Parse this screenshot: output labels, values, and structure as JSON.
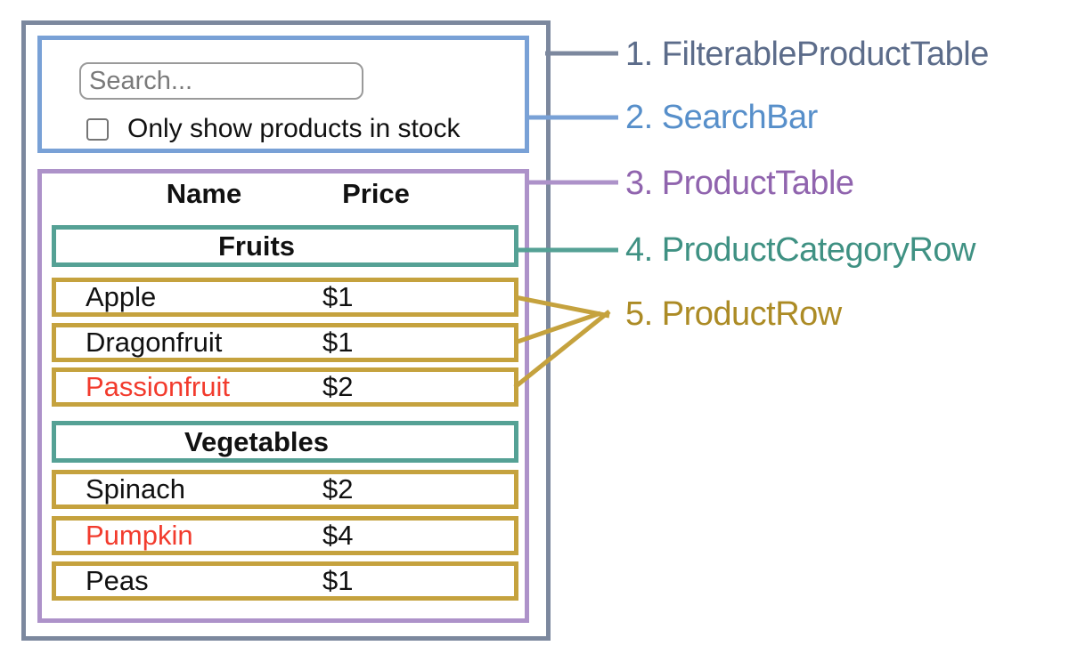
{
  "search_bar": {
    "placeholder": "Search...",
    "checkbox_label": "Only show products in stock",
    "checkbox_checked": false
  },
  "product_table": {
    "name_header": "Name",
    "price_header": "Price",
    "sections": [
      {
        "category": "Fruits",
        "rows": [
          {
            "name": "Apple",
            "price": "$1",
            "in_stock": true
          },
          {
            "name": "Dragonfruit",
            "price": "$1",
            "in_stock": true
          },
          {
            "name": "Passionfruit",
            "price": "$2",
            "in_stock": false
          }
        ]
      },
      {
        "category": "Vegetables",
        "rows": [
          {
            "name": "Spinach",
            "price": "$2",
            "in_stock": true
          },
          {
            "name": "Pumpkin",
            "price": "$4",
            "in_stock": false
          },
          {
            "name": "Peas",
            "price": "$1",
            "in_stock": true
          }
        ]
      }
    ]
  },
  "legend": {
    "items": [
      {
        "label": "1. FilterableProductTable",
        "color": "#5c6c8a"
      },
      {
        "label": "2. SearchBar",
        "color": "#578fca"
      },
      {
        "label": "3. ProductTable",
        "color": "#9064ae"
      },
      {
        "label": "4. ProductCategoryRow",
        "color": "#3f9183"
      },
      {
        "label": "5. ProductRow",
        "color": "#ac8b25"
      }
    ]
  },
  "colors": {
    "filterable_product_table_border": "#7c889e",
    "search_bar_border": "#79a1d6",
    "product_table_border": "#ad92c9",
    "product_category_row_border": "#55a195",
    "product_row_border": "#c5a23e",
    "out_of_stock_text": "#f23b2d"
  }
}
